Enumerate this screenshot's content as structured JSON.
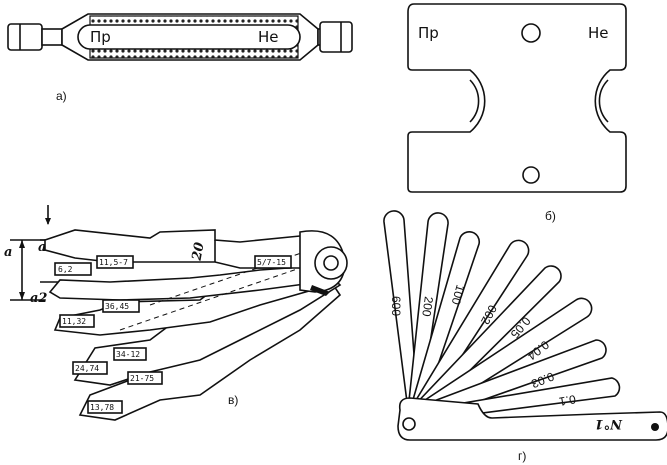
{
  "figure_a": {
    "label": "а)",
    "left_marking": "Пр",
    "right_marking": "Не"
  },
  "figure_b": {
    "label": "б)",
    "left_marking": "Пр",
    "right_marking": "Не"
  },
  "figure_v": {
    "label": "в)",
    "dim_a": "a",
    "dim_a1": "a1",
    "dim_a2": "a2",
    "dim_20": "20",
    "blade_tags": [
      "6,2",
      "11,5-7",
      "5/7-15",
      "11,32",
      "36,45",
      "24,74",
      "34-12",
      "13,78",
      "21-75"
    ]
  },
  "figure_g": {
    "label": "г)",
    "set_number": "N°1",
    "blade_labels": [
      "600",
      "200",
      "100",
      "002",
      "0.05",
      "0.04",
      "0.03",
      "0.1"
    ]
  }
}
